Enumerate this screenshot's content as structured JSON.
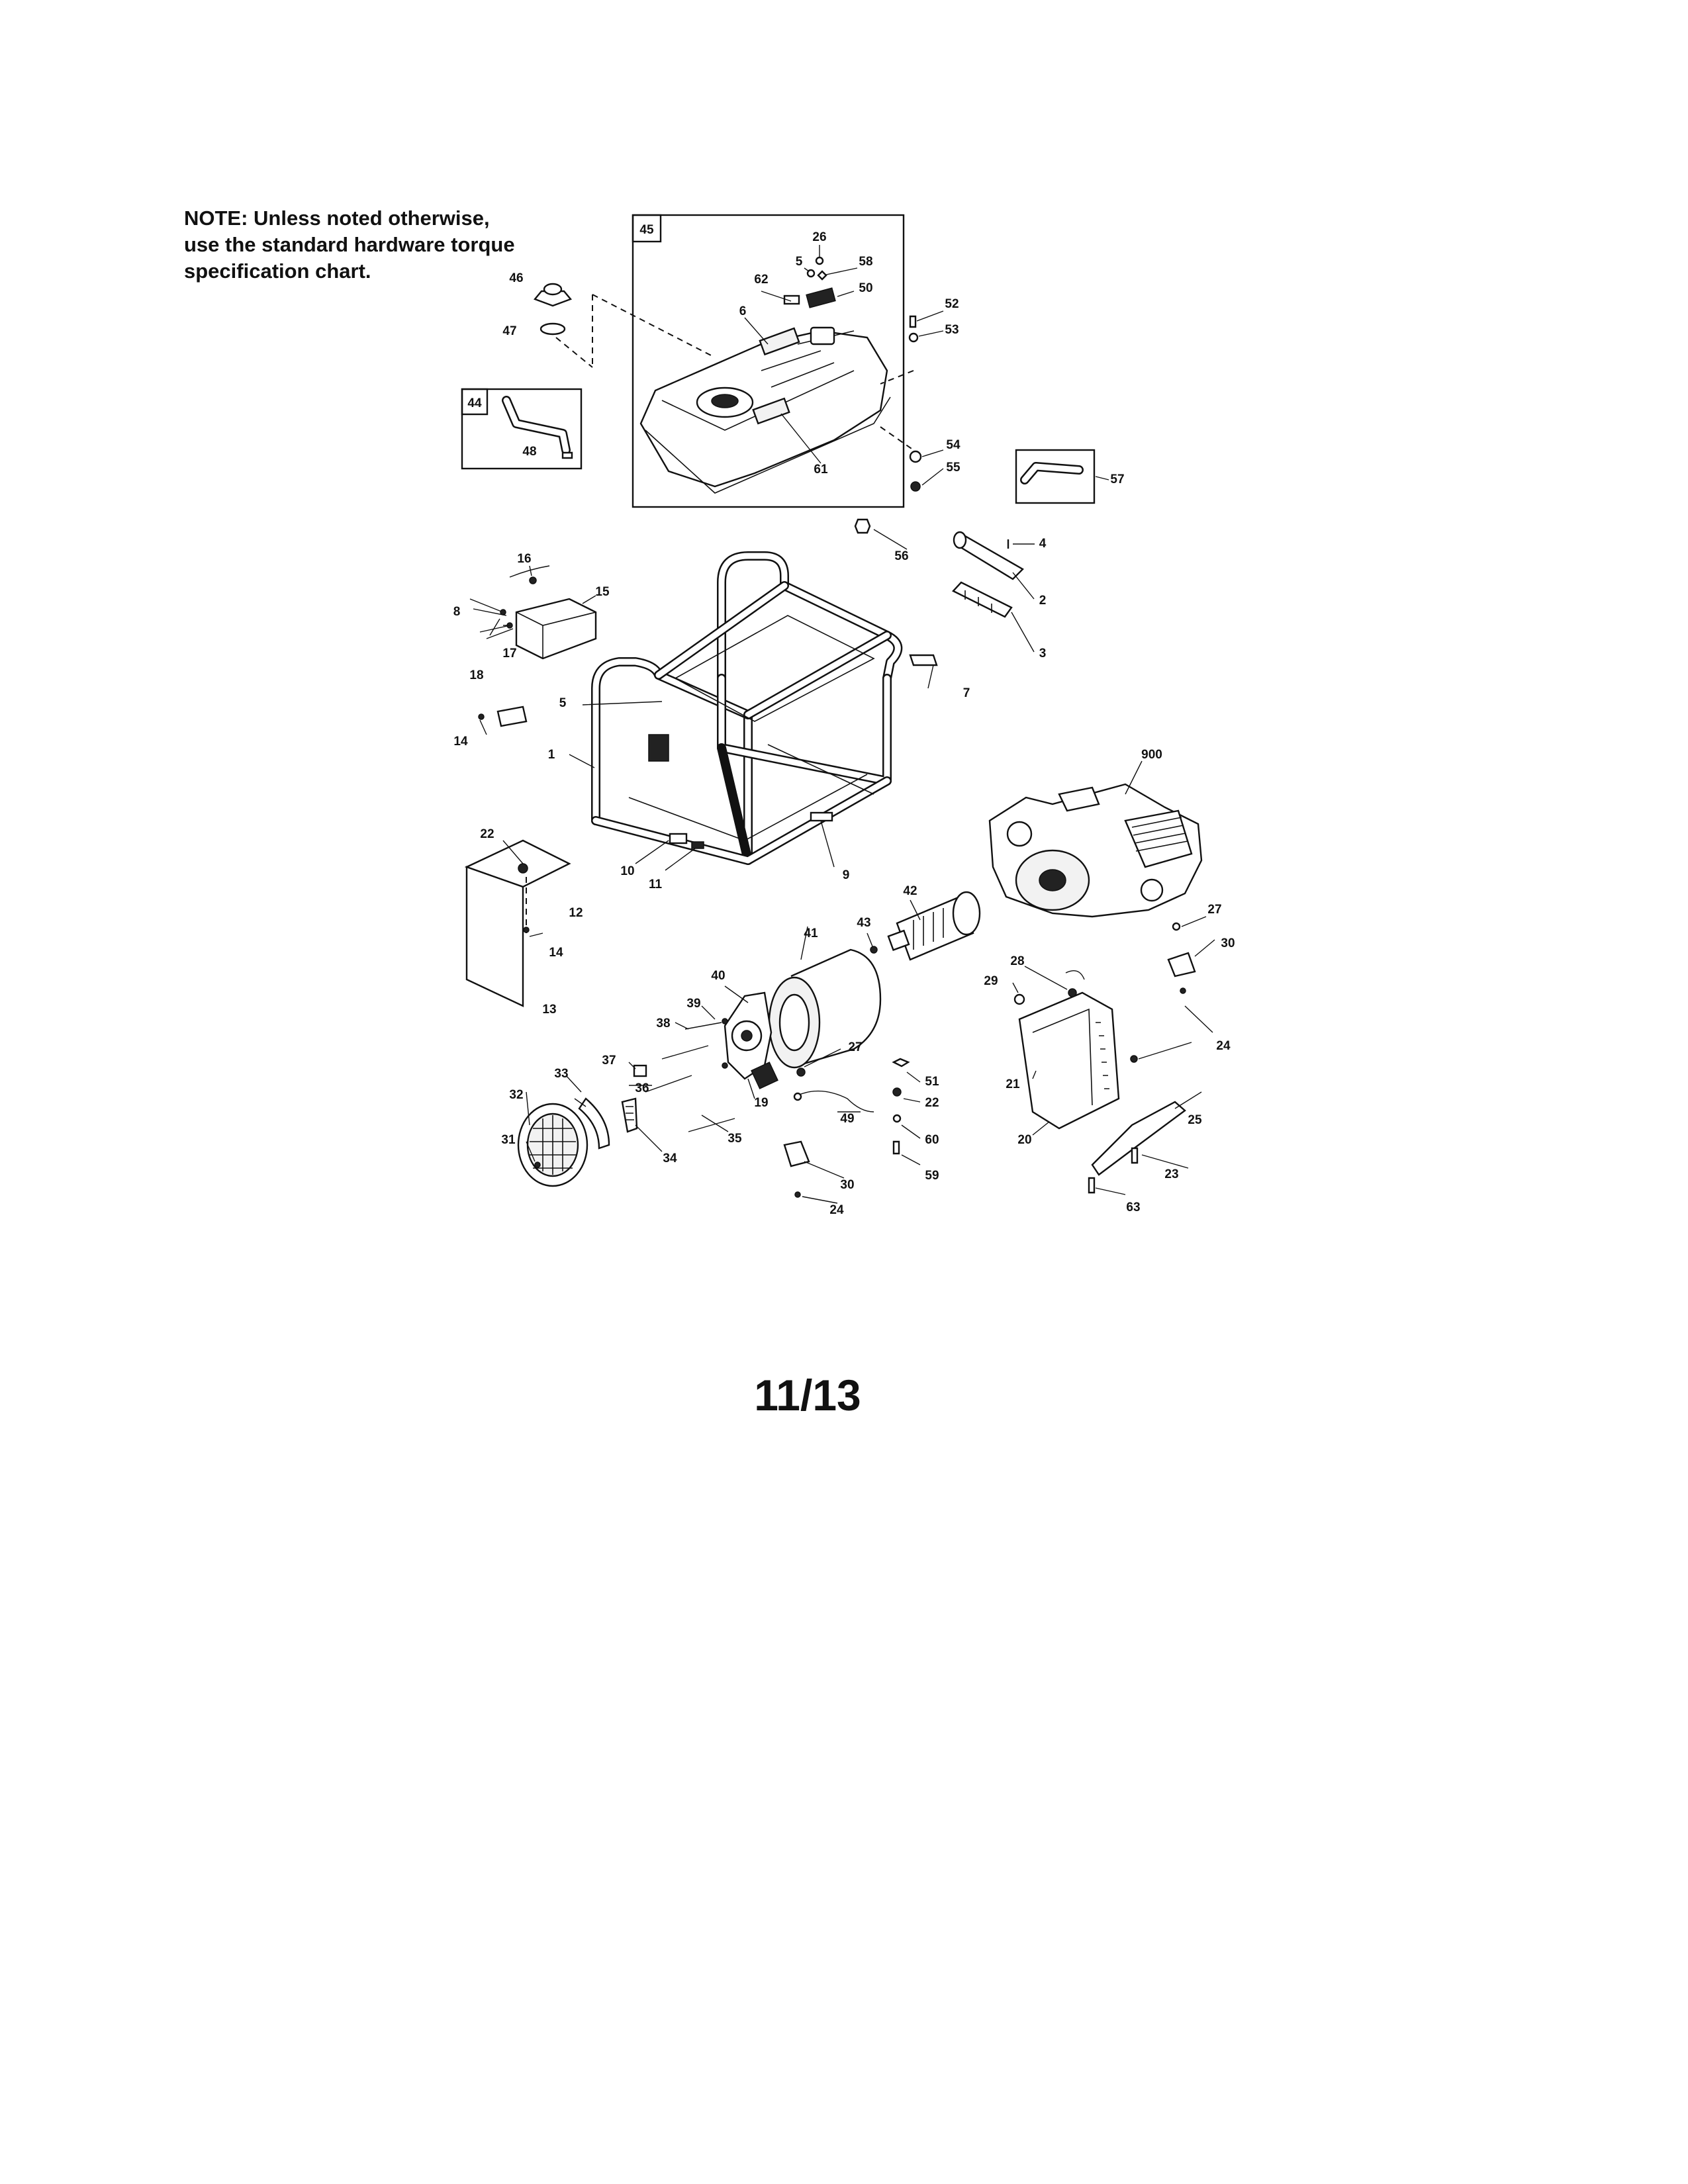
{
  "note": {
    "lines": [
      "NOTE: Unless noted otherwise,",
      "use the standard hardware torque",
      "specification chart."
    ]
  },
  "page_number": "11/13",
  "callout_boxes": [
    "45",
    "44"
  ],
  "part_numbers": [
    "26",
    "5",
    "58",
    "50",
    "62",
    "6",
    "46",
    "47",
    "52",
    "53",
    "48",
    "61",
    "54",
    "55",
    "57",
    "56",
    "4",
    "2",
    "3",
    "16",
    "15",
    "8",
    "17",
    "7",
    "18",
    "5",
    "14",
    "1",
    "900",
    "22",
    "10",
    "11",
    "9",
    "42",
    "12",
    "43",
    "27",
    "14",
    "41",
    "30",
    "28",
    "40",
    "29",
    "39",
    "13",
    "38",
    "27",
    "24",
    "37",
    "36",
    "21",
    "33",
    "19",
    "51",
    "25",
    "32",
    "49",
    "22",
    "20",
    "35",
    "31",
    "34",
    "60",
    "23",
    "30",
    "59",
    "24",
    "63"
  ]
}
